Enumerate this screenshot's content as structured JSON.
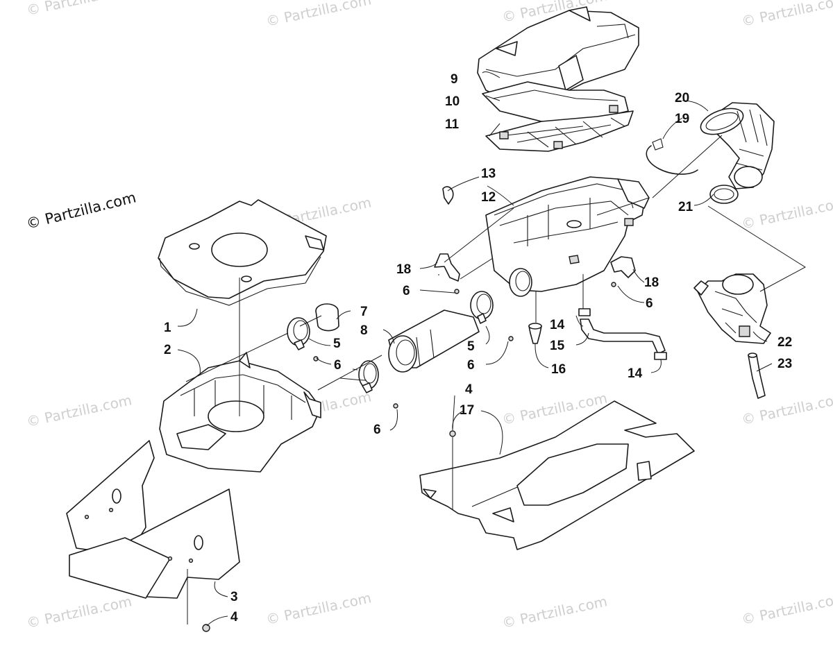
{
  "diagram": {
    "copyright": "© Partzilla.com",
    "watermark": "© Partzilla.com",
    "callouts": [
      {
        "id": "c1",
        "label": "1"
      },
      {
        "id": "c2",
        "label": "2"
      },
      {
        "id": "c3",
        "label": "3"
      },
      {
        "id": "c4a",
        "label": "4"
      },
      {
        "id": "c4b",
        "label": "4"
      },
      {
        "id": "c5a",
        "label": "5"
      },
      {
        "id": "c5b",
        "label": "5"
      },
      {
        "id": "c6a",
        "label": "6"
      },
      {
        "id": "c6b",
        "label": "6"
      },
      {
        "id": "c6c",
        "label": "6"
      },
      {
        "id": "c6d",
        "label": "6"
      },
      {
        "id": "c6e",
        "label": "6"
      },
      {
        "id": "c7",
        "label": "7"
      },
      {
        "id": "c8",
        "label": "8"
      },
      {
        "id": "c9",
        "label": "9"
      },
      {
        "id": "c10",
        "label": "10"
      },
      {
        "id": "c11",
        "label": "11"
      },
      {
        "id": "c12",
        "label": "12"
      },
      {
        "id": "c13",
        "label": "13"
      },
      {
        "id": "c14a",
        "label": "14"
      },
      {
        "id": "c14b",
        "label": "14"
      },
      {
        "id": "c15",
        "label": "15"
      },
      {
        "id": "c16",
        "label": "16"
      },
      {
        "id": "c17",
        "label": "17"
      },
      {
        "id": "c18a",
        "label": "18"
      },
      {
        "id": "c18b",
        "label": "18"
      },
      {
        "id": "c19",
        "label": "19"
      },
      {
        "id": "c20",
        "label": "20"
      },
      {
        "id": "c21",
        "label": "21"
      },
      {
        "id": "c22",
        "label": "22"
      },
      {
        "id": "c23",
        "label": "23"
      }
    ]
  }
}
